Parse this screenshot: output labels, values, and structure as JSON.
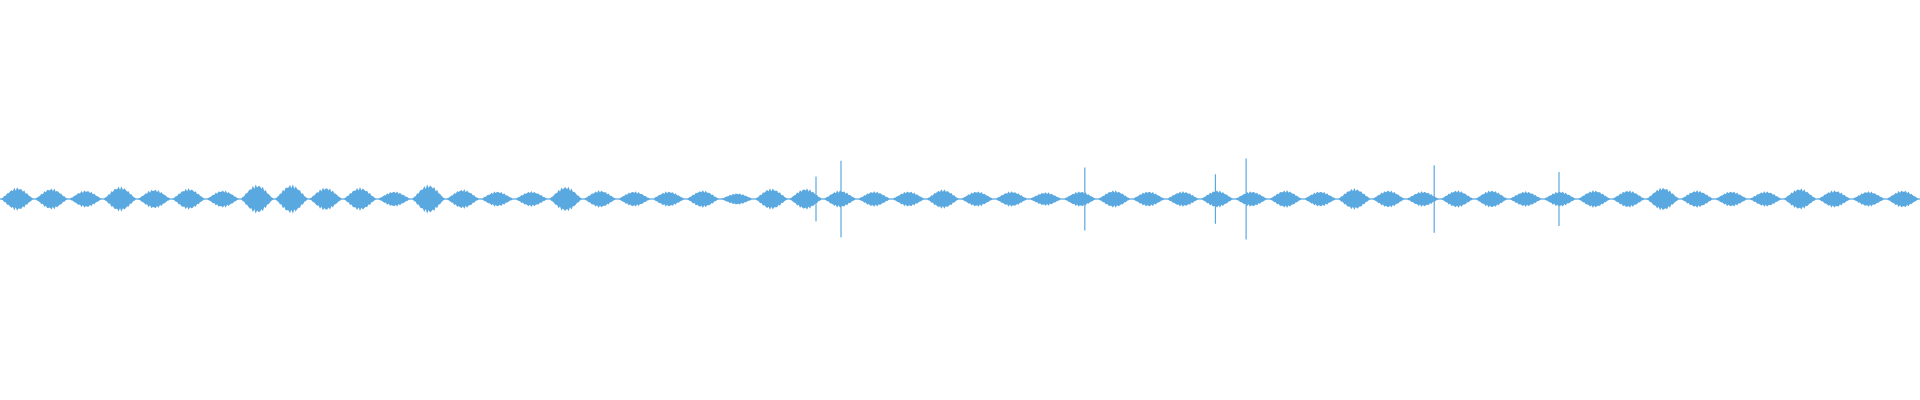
{
  "waveform": {
    "color": "#5aa8e0",
    "envelope_peaks": [
      0.6,
      0.55,
      0.45,
      0.65,
      0.5,
      0.55,
      0.45,
      0.75,
      0.75,
      0.6,
      0.6,
      0.4,
      0.75,
      0.5,
      0.4,
      0.4,
      0.65,
      0.45,
      0.4,
      0.4,
      0.45,
      0.3,
      0.55,
      0.55,
      0.45,
      0.4,
      0.4,
      0.5,
      0.4,
      0.4,
      0.35,
      0.4,
      0.45,
      0.4,
      0.4,
      0.45,
      0.4,
      0.45,
      0.4,
      0.55,
      0.45,
      0.4,
      0.45,
      0.45,
      0.4,
      0.4,
      0.45,
      0.45,
      0.6,
      0.45,
      0.4,
      0.4,
      0.55,
      0.45,
      0.4,
      0.45
    ],
    "spikes": [
      0.425,
      0.438,
      0.565,
      0.633,
      0.649,
      0.747,
      0.812
    ]
  }
}
